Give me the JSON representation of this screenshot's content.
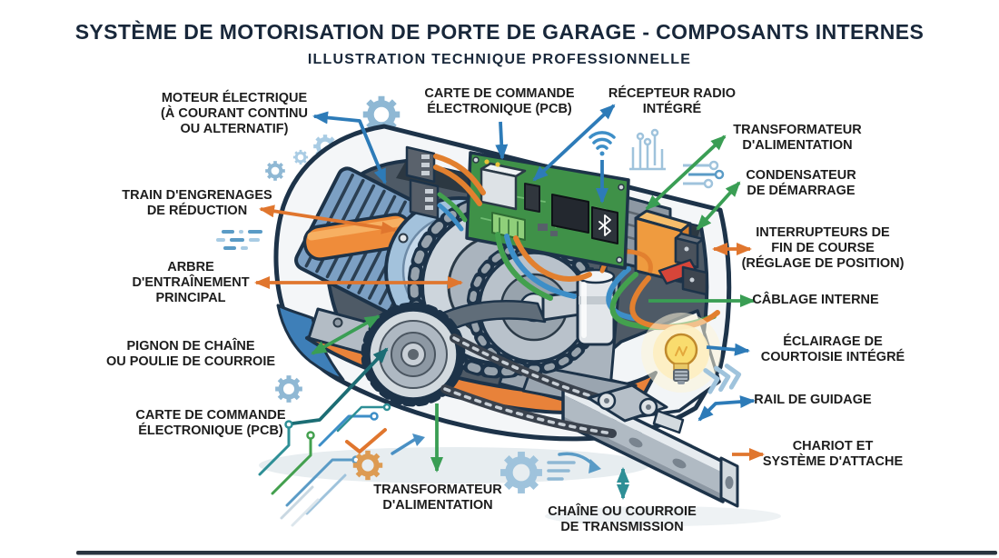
{
  "title": "SYSTÈME DE MOTORISATION DE PORTE DE GARAGE - COMPOSANTS INTERNES",
  "subtitle": "ILLUSTRATION TECHNIQUE PROFESSIONNELLE",
  "labels": {
    "moteur_electrique": "MOTEUR ÉLECTRIQUE\n(À COURANT CONTINU\nOU ALTERNATIF)",
    "train_engrenages": "TRAIN D'ENGRENAGES\nDE RÉDUCTION",
    "arbre_entrainement": "ARBRE\nD'ENTRAÎNEMENT\nPRINCIPAL",
    "pignon_chaine": "PIGNON DE CHAÎNE\nOU POULIE DE COURROIE",
    "carte_commande_gauche": "CARTE DE COMMANDE\nÉLECTRONIQUE (PCB)",
    "transformateur_bas": "TRANSFORMATEUR\nD'ALIMENTATION",
    "chaine_courroie": "CHAÎNE OU COURROIE\nDE TRANSMISSION",
    "carte_commande_haut": "CARTE DE COMMANDE\nÉLECTRONIQUE (PCB)",
    "recepteur_radio": "RÉCEPTEUR RADIO\nINTÉGRÉ",
    "transformateur_droite": "TRANSFORMATEUR\nD'ALIMENTATION",
    "condensateur": "CONDENSATEUR\nDE DÉMARRAGE",
    "interrupteurs": "INTERRUPTEURS DE\nFIN DE COURSE\n(RÉGLAGE DE POSITION)",
    "cablage_interne": "CÂBLAGE INTERNE",
    "eclairage": "ÉCLAIRAGE DE\nCOURTOISIE INTÉGRÉ",
    "rail_guidage": "RAIL DE GUIDAGE",
    "chariot": "CHARIOT ET\nSYSTÈME D'ATTACHE"
  },
  "decor_icons": [
    "gear-icon",
    "wifi-icon",
    "bluetooth-icon",
    "lightbulb-icon",
    "circuit-trace-icon",
    "chevrons-icon",
    "speed-dashes-icon",
    "morse-dashes-icon"
  ],
  "colors": {
    "background": "#ffffff",
    "title-color": "#18273a",
    "label-color": "#1d1d1d",
    "arrow-blue": "#2d7bb8",
    "arrow-orange": "#e0762e",
    "arrow-green": "#3a9e54",
    "arrow-teal": "#2e8f96",
    "arrow-dark-teal": "#1c6d74",
    "machine-outline": "#1d3349",
    "motor-blue": "#7ca0c4",
    "accent-orange": "#ef8c3a",
    "pcb-green": "#3f9148",
    "decor-blue": "#9fc3dc"
  }
}
